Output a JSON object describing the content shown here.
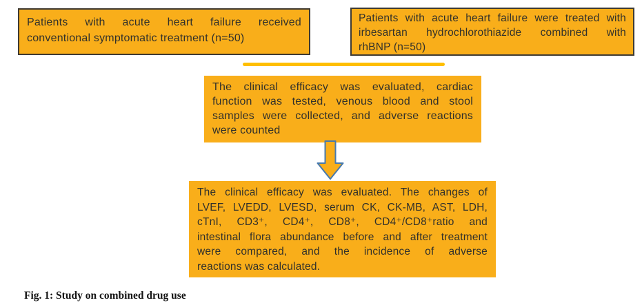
{
  "figure_caption": "Fig. 1: Study on combined drug use",
  "flowchart": {
    "box_top_left": {
      "lines": [
        "Patients with acute heart failure received",
        "conventional symptomatic treatment (n=50)"
      ]
    },
    "box_top_right": {
      "lines": [
        "Patients with acute heart failure were treated with",
        "irbesartan hydrochlorothiazide combined with",
        "rhBNP (n=50)"
      ]
    },
    "box_middle": {
      "lines": [
        "The clinical efficacy was evaluated, cardiac",
        "function was tested, venous blood and stool",
        "samples were collected, and adverse reactions",
        "were counted"
      ]
    },
    "box_bottom": {
      "lines": [
        "The clinical efficacy was evaluated. The changes of",
        "LVEF, LVEDD, LVESD, serum CK, CK-MB, AST, LDH,",
        "cTnI, CD3⁺, CD4⁺, CD8⁺, CD4⁺/CD8⁺ratio and",
        "intestinal flora abundance before and after treatment",
        "were compared, and the incidence of adverse",
        "reactions was calculated."
      ]
    },
    "colors": {
      "box_fill": "#F9AE1A",
      "box_border": "#3E3A33",
      "divider_line": "#FFBF00",
      "arrow_fill": "#F9AE1A",
      "arrow_outline": "#4679AE",
      "text": "#32312B"
    }
  }
}
